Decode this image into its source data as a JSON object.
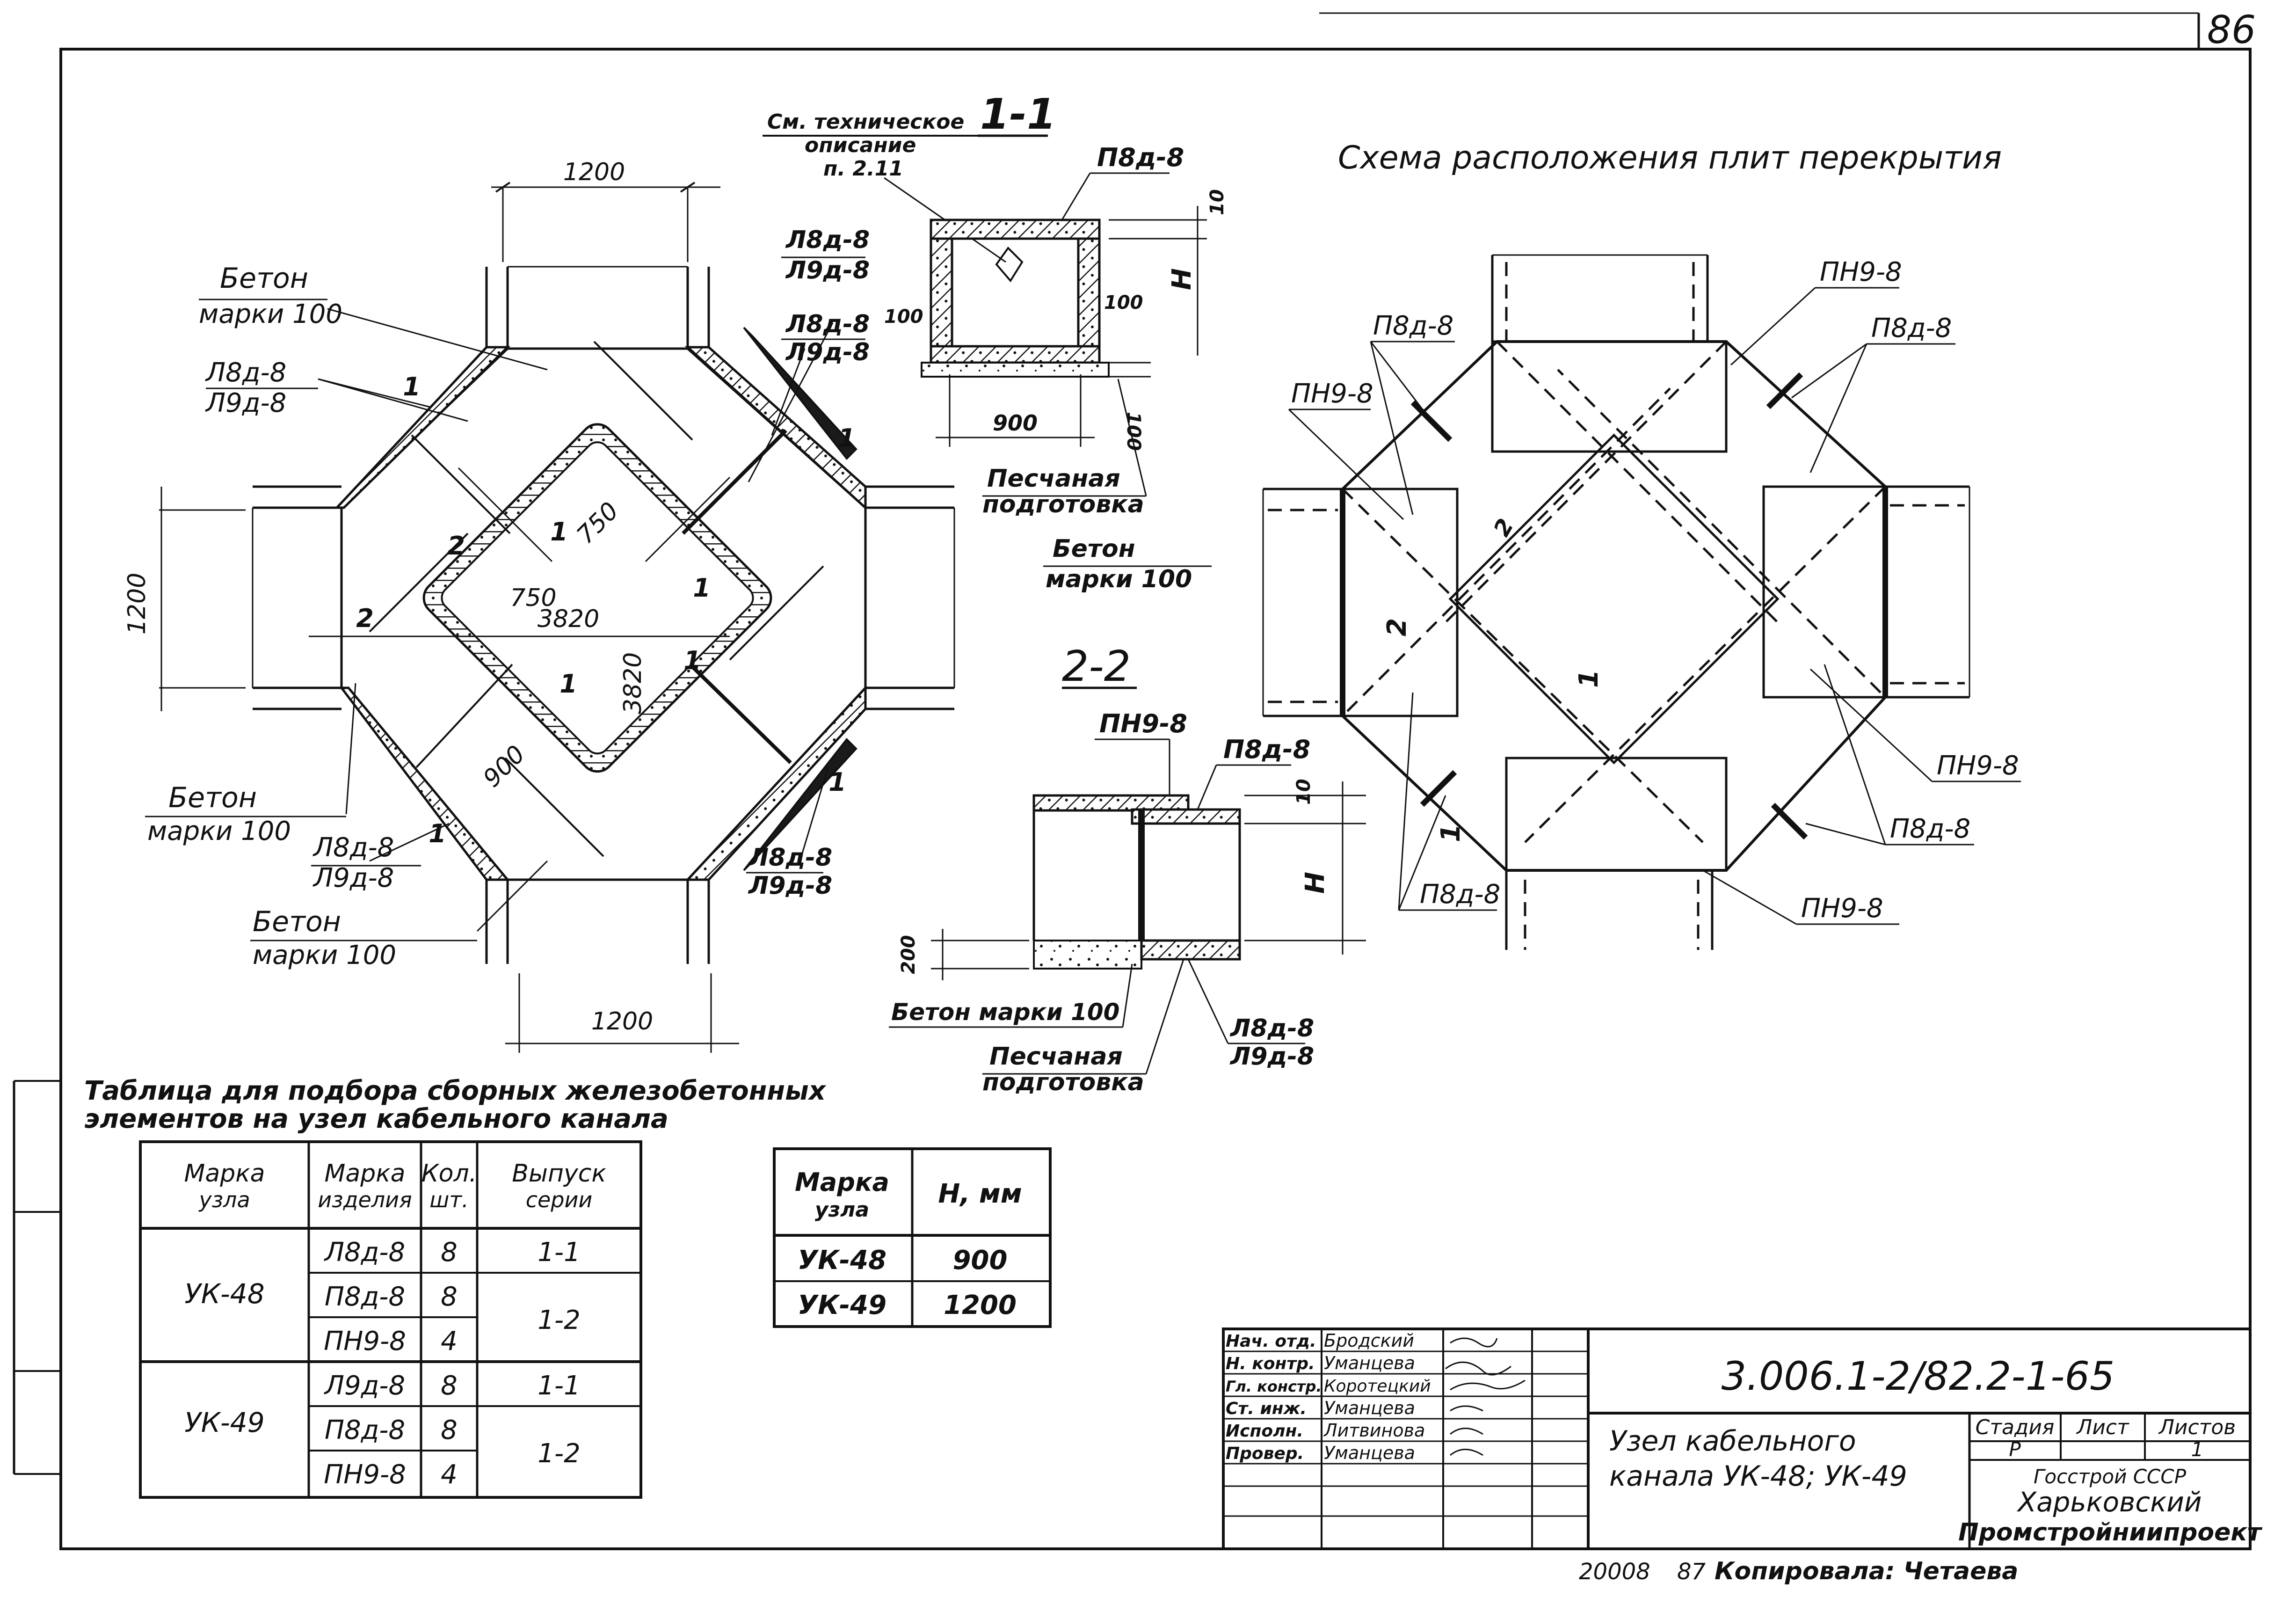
{
  "sheet_number": "86",
  "plan": {
    "dims": {
      "top": "1200",
      "bottom": "1200",
      "left": "1200",
      "inner_w": "3820",
      "inner_h": "3820",
      "d750a": "750",
      "d750b": "750",
      "d900": "900"
    },
    "marks": {
      "m1": "1",
      "m2": "2",
      "m3": "1",
      "m4": "1",
      "m5": "1",
      "m6": "1",
      "m7": "1",
      "m8": "1",
      "m9": "2",
      "m10": "1"
    },
    "labels": {
      "beton_tl": [
        "Бетон",
        "марки 100"
      ],
      "beton_bl": [
        "Бетон",
        "марки 100"
      ],
      "beton_b": [
        "Бетон",
        "марки 100"
      ],
      "l_tl": [
        "Л8д-8",
        "Л9д-8"
      ],
      "l_tc": [
        "Л8д-8",
        "Л9д-8",
        "Л8д-8",
        "Л9д-8"
      ],
      "l_bl": [
        "Л8д-8",
        "Л9д-8"
      ],
      "l_br": [
        "Л8д-8",
        "Л9д-8"
      ]
    }
  },
  "section11": {
    "title": "1-1",
    "note": [
      "См. техническое",
      "описание",
      "п. 2.11"
    ],
    "p_label": "П8д-8",
    "dims": {
      "d10": "10",
      "H": "H",
      "d100a": "100",
      "d100b": "100",
      "d100c": "100",
      "d900": "900"
    },
    "sand": [
      "Песчаная",
      "подготовка"
    ],
    "beton": [
      "Бетон",
      "марки 100"
    ]
  },
  "section22": {
    "title": "2-2",
    "labels": {
      "pn": "ПН9-8",
      "p8": "П8д-8",
      "l": [
        "Л8д-8",
        "Л9д-8"
      ]
    },
    "dims": {
      "d10": "10",
      "H": "H",
      "d200": "200"
    },
    "beton": "Бетон марки 100",
    "sand": [
      "Песчаная",
      "подготовка"
    ]
  },
  "scheme": {
    "title": "Схема расположения плит перекрытия",
    "labels": {
      "pn_top": "ПН9-8",
      "p8_tr": "П8д-8",
      "p8_tl": "П8д-8",
      "pn_left": "ПН9-8",
      "pn_right": "ПН9-8",
      "p8_br": "П8д-8",
      "p8_bl": "П8д-8",
      "pn_bottom": "ПН9-8"
    },
    "marks": {
      "m1": "2",
      "m2": "2",
      "m3": "1",
      "m4": "1"
    }
  },
  "table1": {
    "caption": [
      "Таблица для подбора сборных железобетонных",
      "элементов на узел кабельного канала"
    ],
    "headers": [
      [
        "Марка",
        "узла"
      ],
      [
        "Марка",
        "изделия"
      ],
      [
        "Кол.",
        "шт."
      ],
      [
        "Выпуск",
        "серии"
      ]
    ],
    "groups": [
      {
        "node": "УК-48",
        "rows": [
          [
            "Л8д-8",
            "8"
          ],
          [
            "П8д-8",
            "8"
          ],
          [
            "ПН9-8",
            "4"
          ]
        ],
        "series": [
          "1-1",
          "1-2"
        ]
      },
      {
        "node": "УК-49",
        "rows": [
          [
            "Л9д-8",
            "8"
          ],
          [
            "П8д-8",
            "8"
          ],
          [
            "ПН9-8",
            "4"
          ]
        ],
        "series": [
          "1-1",
          "1-2"
        ]
      }
    ]
  },
  "table2": {
    "headers": [
      [
        "Марка",
        "узла"
      ],
      [
        "H, мм"
      ]
    ],
    "rows": [
      [
        "УК-48",
        "900"
      ],
      [
        "УК-49",
        "1200"
      ]
    ]
  },
  "titleblock": {
    "code": "3.006.1-2/82.2-1-65",
    "name": [
      "Узел кабельного",
      "канала УК-48; УК-49"
    ],
    "roles": [
      "Нач. отд.",
      "Н. контр.",
      "Гл. констр.",
      "Ст. инж.",
      "Исполн.",
      "Провер."
    ],
    "people": [
      "Бродский",
      "Уманцева",
      "Коротецкий",
      "Уманцева",
      "Литвинова",
      "Уманцева"
    ],
    "stage_head": [
      "Стадия",
      "Лист",
      "Листов"
    ],
    "stage_vals": [
      "Р",
      "",
      "1"
    ],
    "org": [
      "Госстрой СССР",
      "Харьковский",
      "Промстройниипроект"
    ]
  },
  "footer": {
    "num": "20008",
    "year": "87",
    "copied": "Копировала: Четаева"
  }
}
